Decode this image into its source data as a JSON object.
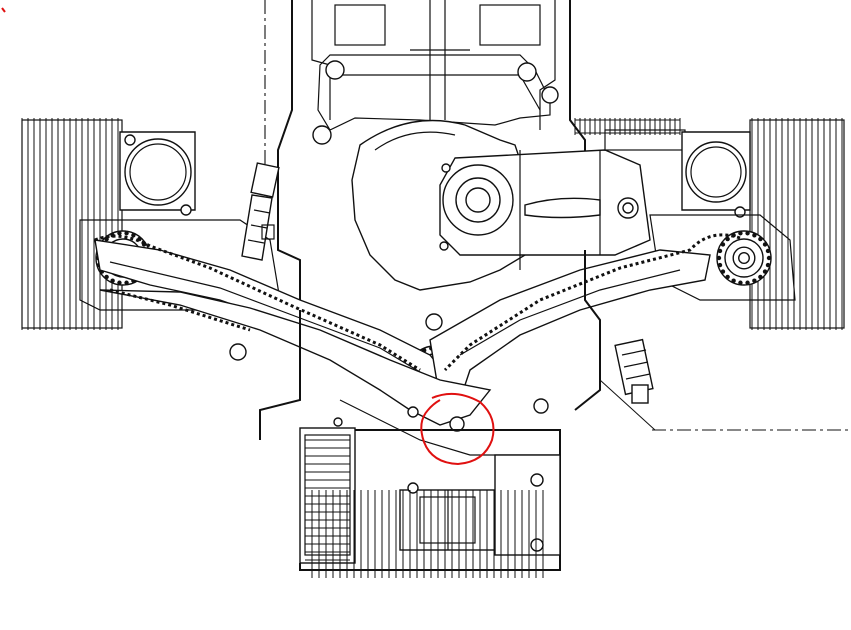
{
  "drawing": {
    "subject": "engine-cross-section",
    "line_color": "#111111",
    "background": "#ffffff"
  },
  "highlight": {
    "color": "#e01010",
    "shape": "freehand-circle"
  },
  "icons": [
    "left-cylinder-fins",
    "right-cylinder-fins",
    "left-cam-sprocket",
    "right-cam-sprocket",
    "crank-sprocket",
    "connecting-rod",
    "timing-chain",
    "chain-tensioner"
  ]
}
